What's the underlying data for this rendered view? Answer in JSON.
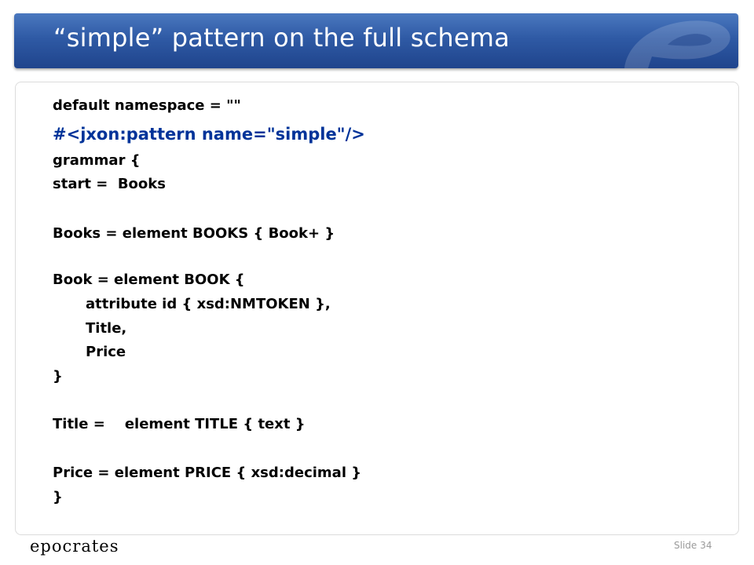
{
  "slide": {
    "title": "“simple” pattern on the full schema",
    "code_lines": [
      "default namespace = \"\"",
      "#<jxon:pattern name=\"simple\"/>",
      "grammar {",
      "start =  Books",
      "Books = element BOOKS { Book+ }",
      "Book = element BOOK {",
      "attribute id { xsd:NMTOKEN },",
      "Title,",
      "Price",
      "}",
      "Title =    element TITLE { text }",
      "Price = element PRICE { xsd:decimal }",
      "}"
    ],
    "footer": {
      "brand": "epocrates",
      "slide_word": "Slide",
      "slide_number": "34"
    }
  },
  "colors": {
    "title_bar": "#2f5aa5",
    "highlight_text": "#003399",
    "body_text": "#000000"
  }
}
